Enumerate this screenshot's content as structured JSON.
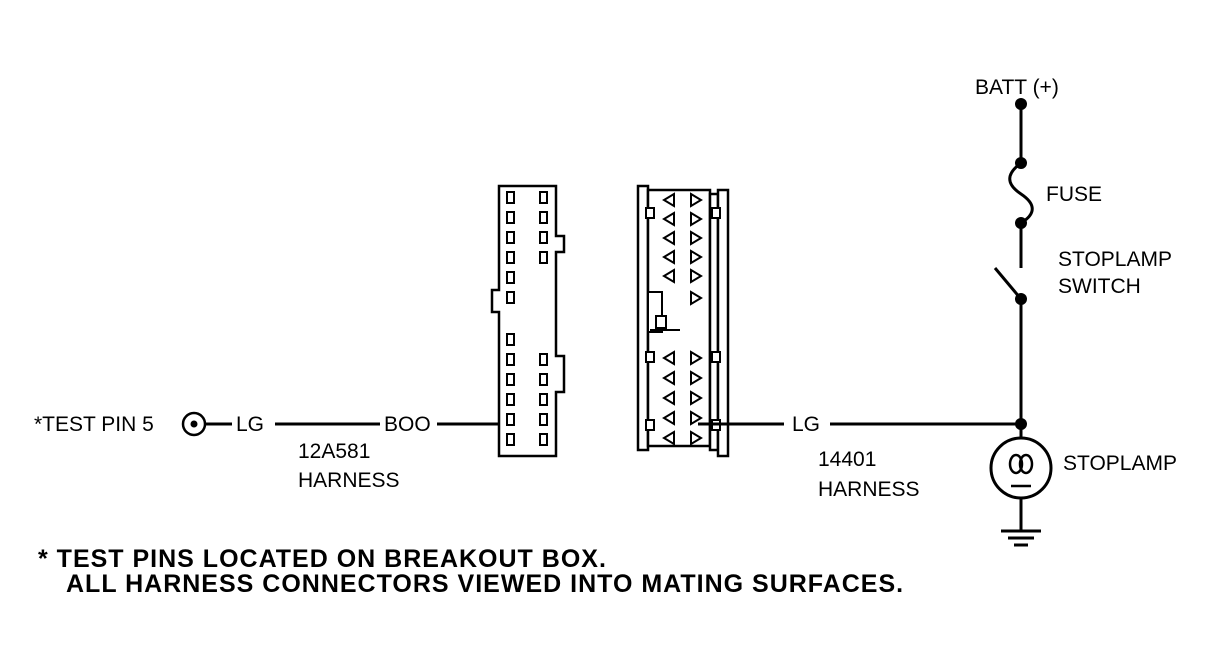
{
  "left_circuit": {
    "test_pin_label": "*TEST PIN 5",
    "wire_color_left": "LG",
    "signal_name": "BOO",
    "harness_number": "12A581",
    "harness_word": "HARNESS"
  },
  "right_circuit": {
    "wire_color": "LG",
    "harness_number": "14401",
    "harness_word": "HARNESS"
  },
  "power_branch": {
    "batt_label": "BATT (+)",
    "fuse_label": "FUSE",
    "switch_label_line1": "STOPLAMP",
    "switch_label_line2": "SWITCH",
    "stoplamp_label": "STOPLAMP"
  },
  "footnote": {
    "line1": "* TEST PINS LOCATED ON BREAKOUT BOX.",
    "line2": "ALL HARNESS CONNECTORS VIEWED INTO MATING SURFACES."
  },
  "colors": {
    "ink": "#000000",
    "paper": "#ffffff"
  }
}
